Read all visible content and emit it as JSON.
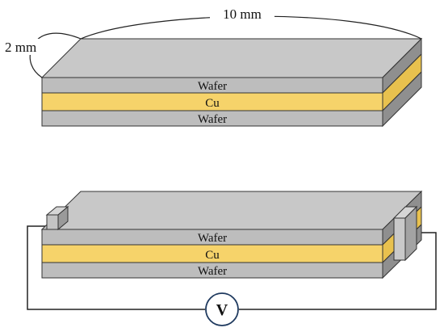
{
  "top_diagram": {
    "width_label": "10 mm",
    "thickness_label": "2 mm",
    "layers": {
      "top": "Wafer",
      "middle": "Cu",
      "bottom": "Wafer"
    }
  },
  "bottom_diagram": {
    "layers": {
      "top": "Wafer",
      "middle": "Cu",
      "bottom": "Wafer"
    },
    "meter_label": "V"
  },
  "colors": {
    "wafer_top": "#c8c8c8",
    "wafer_front": "#bdbdbd",
    "wafer_side": "#8f8f8f",
    "copper_front": "#f6d36a",
    "copper_side": "#e8c14e",
    "outline": "#333333",
    "wire": "#222222",
    "meter_ring": "#1f3a5f"
  }
}
